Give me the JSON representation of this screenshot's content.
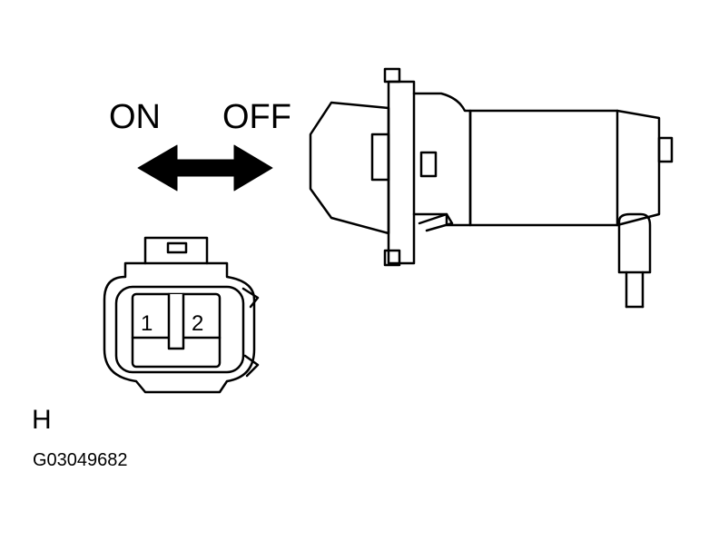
{
  "switch_direction": {
    "on_label": "ON",
    "off_label": "OFF"
  },
  "connector": {
    "view_letter": "H",
    "pins": [
      "1",
      "2"
    ]
  },
  "figure_code": "G03049682",
  "colors": {
    "line": "#000000",
    "background": "#ffffff"
  }
}
